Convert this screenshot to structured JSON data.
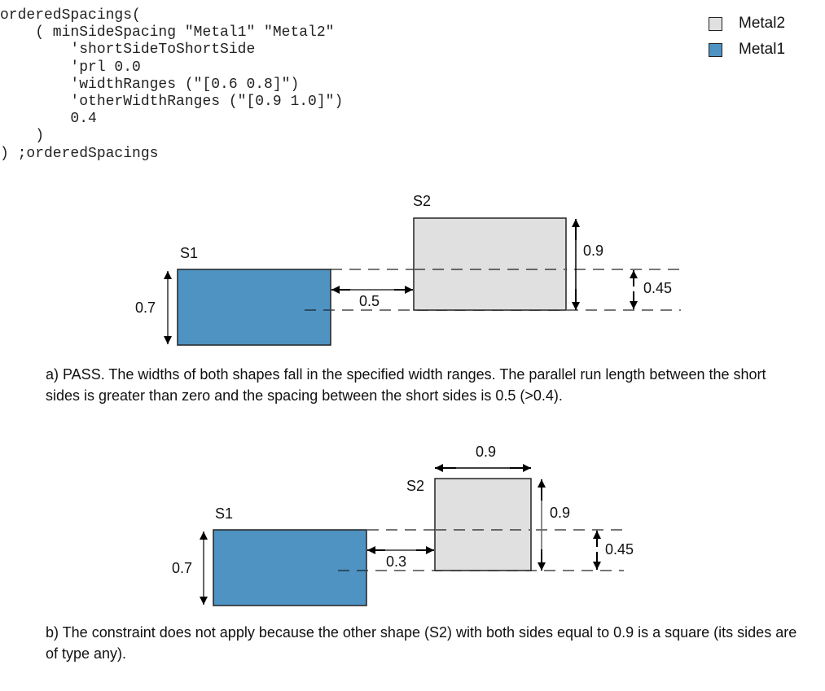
{
  "code": {
    "lines": [
      "orderedSpacings(",
      "    ( minSideSpacing \"Metal1\" \"Metal2\"",
      "        'shortSideToShortSide",
      "        'prl 0.0",
      "        'widthRanges (\"[0.6 0.8]\")",
      "        'otherWidthRanges (\"[0.9 1.0]\")",
      "        0.4",
      "    )",
      ") ;orderedSpacings"
    ]
  },
  "legend": {
    "items": [
      {
        "label": "Metal2",
        "color": "#e0e0e0"
      },
      {
        "label": "Metal1",
        "color": "#4f93c2"
      }
    ]
  },
  "colors": {
    "metal1": "#4f93c2",
    "metal2": "#e0e0e0",
    "outline": "#222222",
    "dash": "#777777",
    "dim_line": "#666666",
    "arrow": "#000000"
  },
  "diagram_a": {
    "s1_label": "S1",
    "s2_label": "S2",
    "s1_height_label": "0.7",
    "spacing_label": "0.5",
    "s2_height_label": "0.9",
    "overlap_label": "0.45"
  },
  "caption_a": "a) PASS. The widths of both shapes fall in the specified width ranges. The parallel run length between the short sides is greater than zero and the spacing between the short sides is 0.5 (>0.4).",
  "diagram_b": {
    "s1_label": "S1",
    "s2_label": "S2",
    "s1_height_label": "0.7",
    "spacing_label": "0.3",
    "s2_width_label": "0.9",
    "s2_height_label": "0.9",
    "overlap_label": "0.45"
  },
  "caption_b": "b) The constraint does not apply because the other shape (S2) with both sides equal to 0.9 is a square (its sides are of type any)."
}
